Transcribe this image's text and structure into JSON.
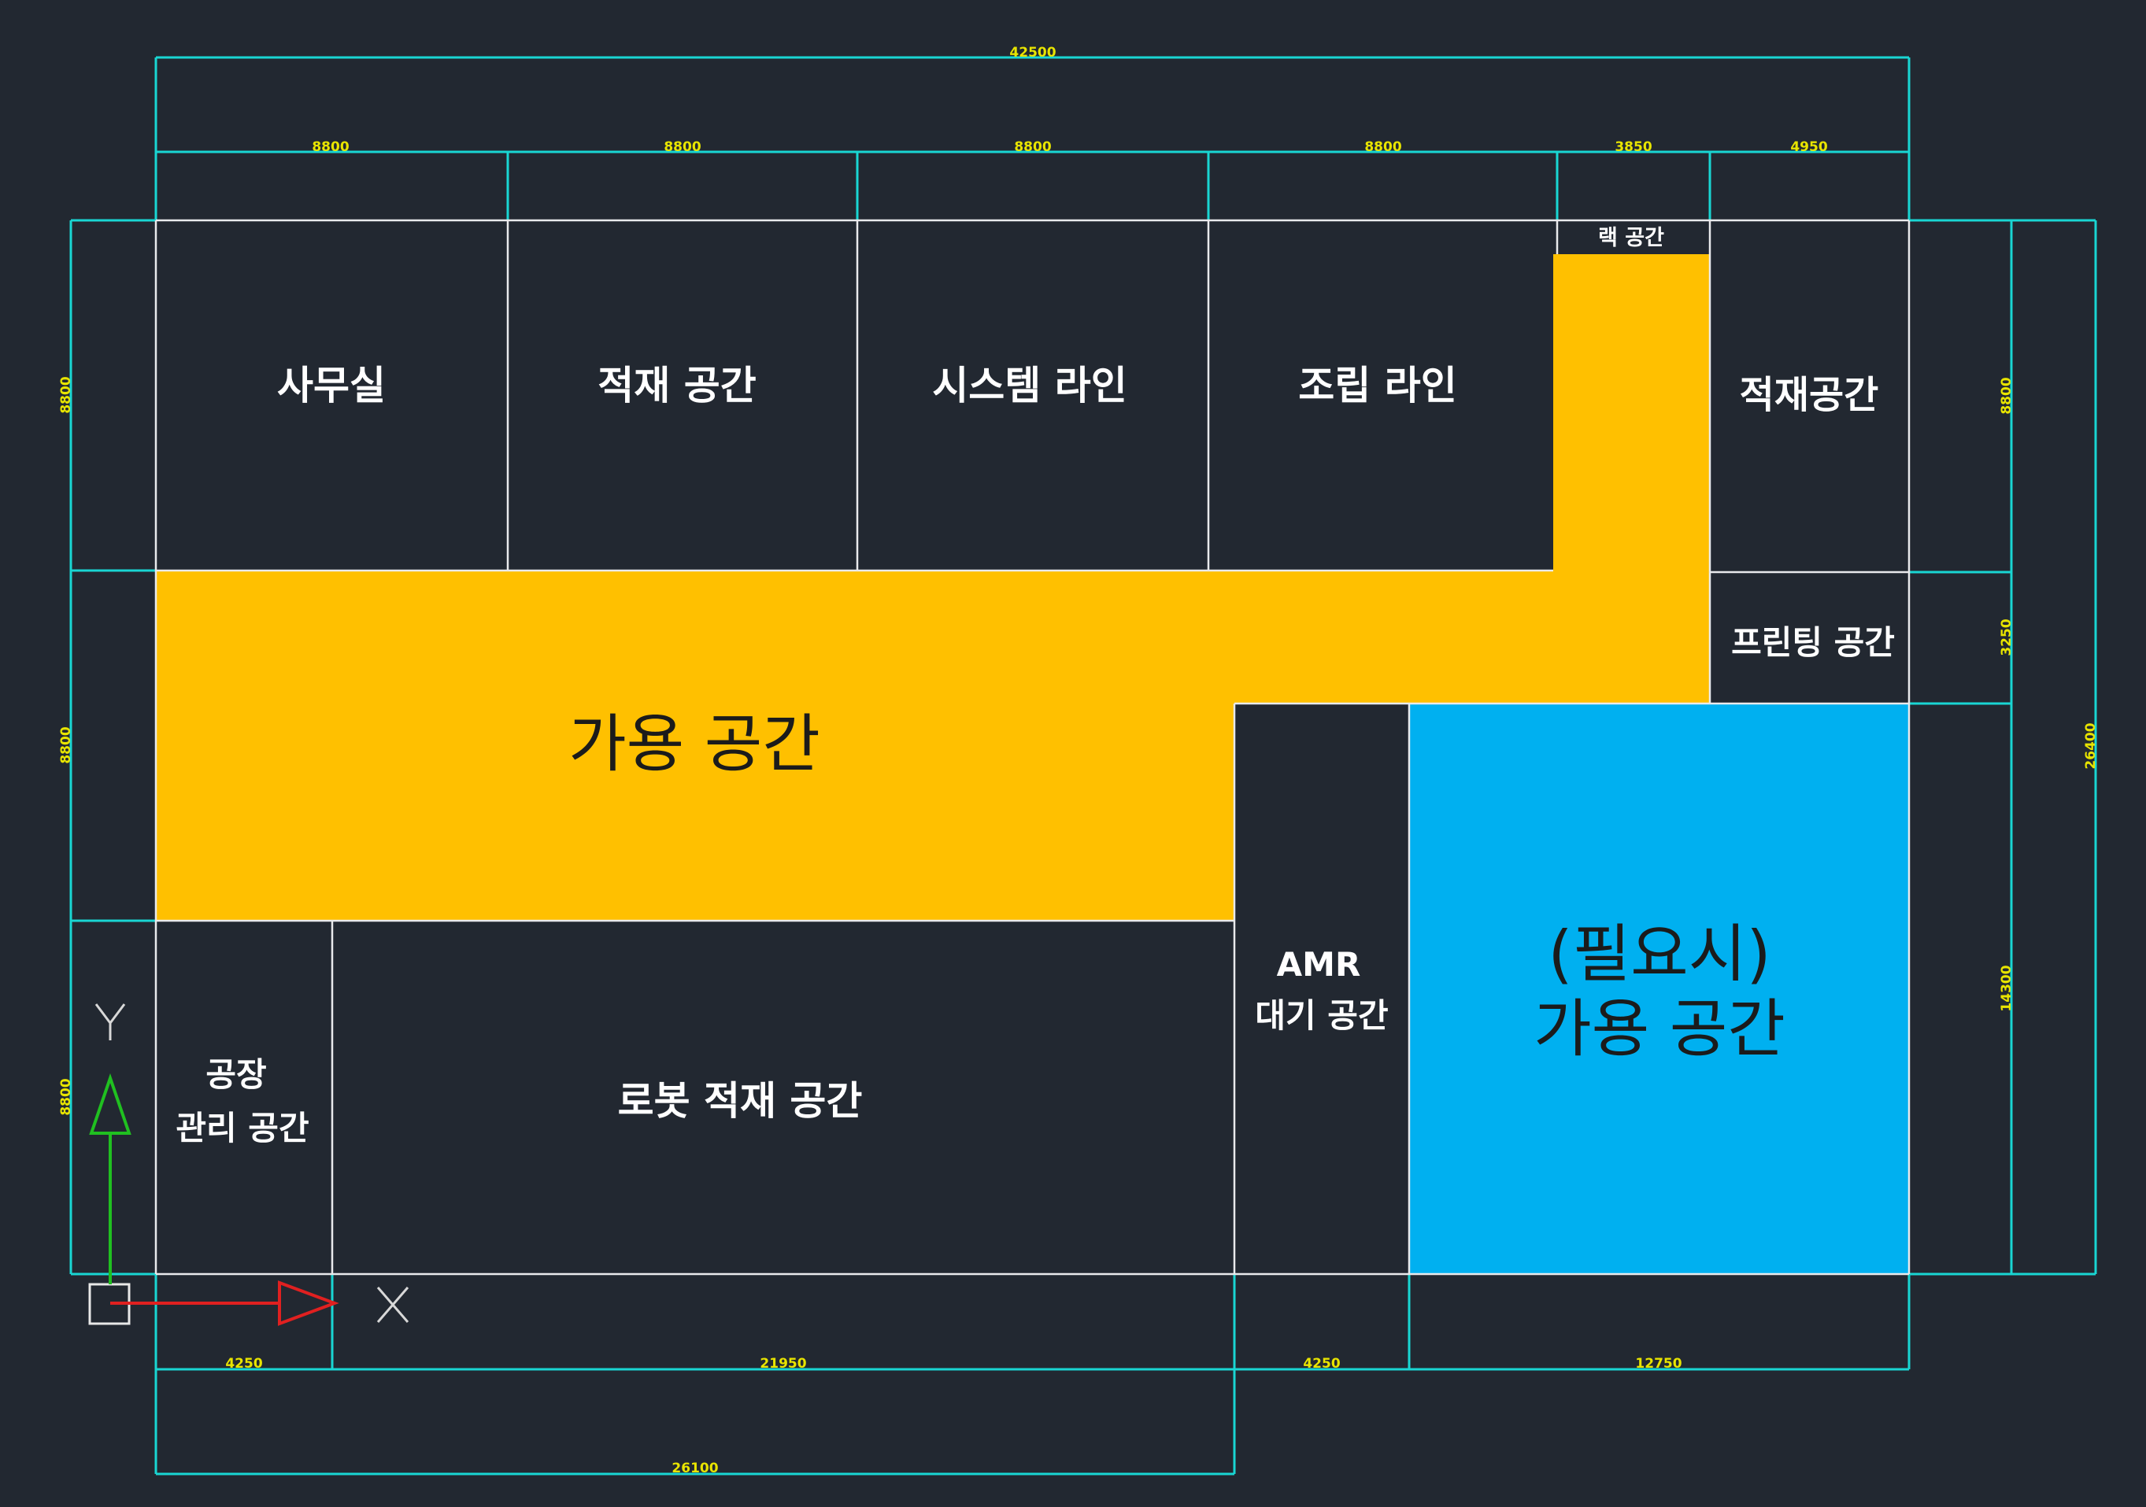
{
  "colors": {
    "background": "#222831",
    "dimension": "#19d6d3",
    "dimension_text": "#e8e400",
    "wall": "#e9eaec",
    "usable_space": "#ffc000",
    "optional_space": "#00b0f0",
    "x_axis": "#e02020",
    "y_axis": "#20c020"
  },
  "rooms": {
    "office": "사무실",
    "storage_1": "적재 공간",
    "system_line": "시스템 라인",
    "assembly_line": "조립 라인",
    "rack_space": "랙 공간",
    "storage_2": "적재공간",
    "printing_space": "프린팅 공간",
    "amr_line1": "AMR",
    "amr_line2": "대기 공간",
    "factory_line1": "공장",
    "factory_line2": "관리 공간",
    "robot_storage": "로봇 적재 공간"
  },
  "zones": {
    "usable": "가용 공간",
    "optional_line1": "(필요시)",
    "optional_line2": "가용 공간"
  },
  "dimensions": {
    "top_total": "42500",
    "top_1": "8800",
    "top_2": "8800",
    "top_3": "8800",
    "top_4": "8800",
    "top_5": "3850",
    "top_6": "4950",
    "left_1": "8800",
    "left_2": "8800",
    "left_3": "8800",
    "right_1": "8800",
    "right_2": "3250",
    "right_3": "14300",
    "right_total": "26400",
    "bottom_1": "4250",
    "bottom_2": "21950",
    "bottom_3": "4250",
    "bottom_4": "12750",
    "bottom_total": "26100"
  },
  "axes": {
    "x": "X",
    "y": "Y"
  }
}
